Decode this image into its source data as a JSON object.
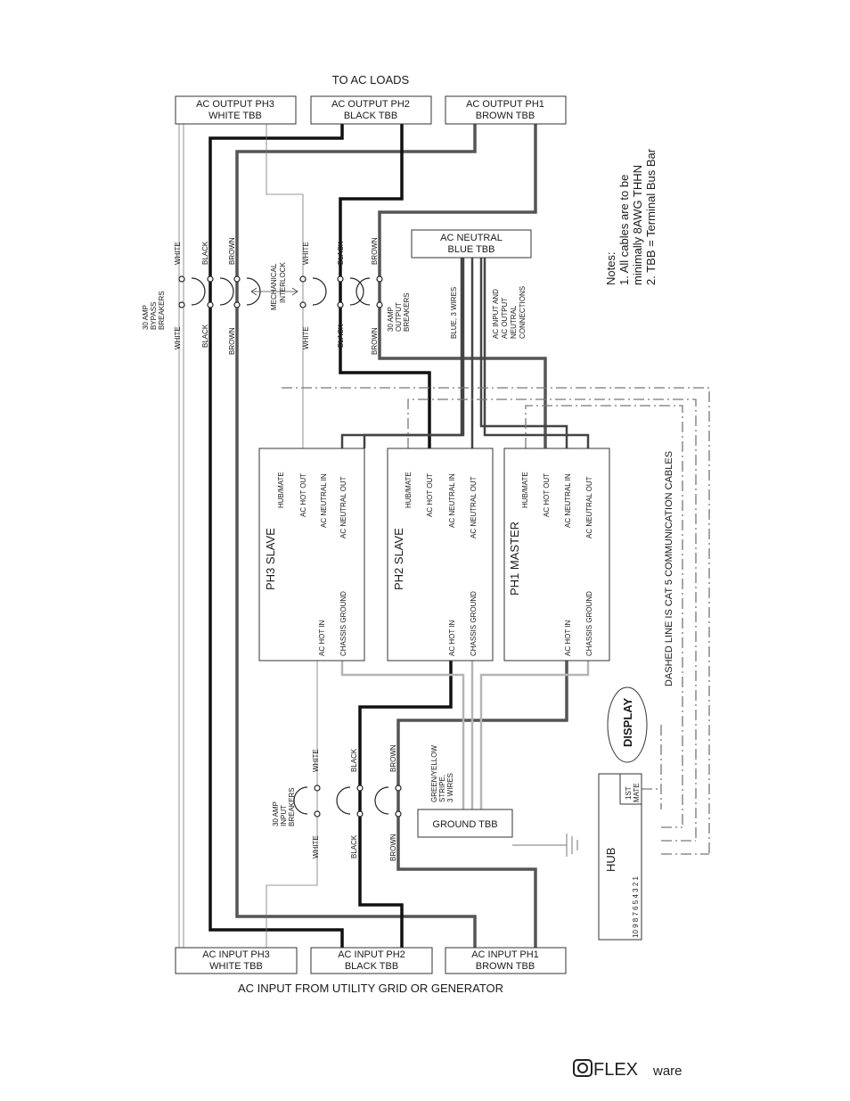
{
  "header": {
    "to_loads": "TO AC LOADS",
    "from_grid": "AC INPUT FROM UTILITY GRID OR GENERATOR"
  },
  "output_tbbs": [
    {
      "line1": "AC OUTPUT PH3",
      "line2": "WHITE TBB"
    },
    {
      "line1": "AC OUTPUT PH2",
      "line2": "BLACK TBB"
    },
    {
      "line1": "AC OUTPUT PH1",
      "line2": "BROWN TBB"
    }
  ],
  "input_tbbs": [
    {
      "line1": "AC INPUT PH3",
      "line2": "WHITE TBB"
    },
    {
      "line1": "AC INPUT PH2",
      "line2": "BLACK TBB"
    },
    {
      "line1": "AC INPUT PH1",
      "line2": "BROWN TBB"
    }
  ],
  "neutral_tbb": {
    "line1": "AC NEUTRAL",
    "line2": "BLUE TBB"
  },
  "ground_tbb": "GROUND TBB",
  "wire_labels": {
    "white": "WHITE",
    "black": "BLACK",
    "brown": "BROWN"
  },
  "bypass_breakers": [
    "30 AMP",
    "BYPASS",
    "BREAKERS"
  ],
  "output_breakers": [
    "30 AMP",
    "OUTPUT",
    "BREAKERS"
  ],
  "input_breakers": [
    "30 AMP",
    "INPUT",
    "BREAKERS"
  ],
  "interlock": [
    "MECHANICAL",
    "INTERLOCK"
  ],
  "blue_wires": "BLUE, 3 WIRES",
  "neutral_conn": [
    "AC INPUT AND",
    "AC OUTPUT",
    "NEUTRAL",
    "CONNECTIONS"
  ],
  "gnd_wires": [
    "GREEN/YELLOW",
    "STRIPE,",
    "3 WIRES"
  ],
  "inverters": [
    {
      "title": "PH3 SLAVE",
      "hub": "HUB/MATE",
      "hot_out": "AC HOT OUT",
      "neutral_in": "AC NEUTRAL IN",
      "neutral_out": "AC NEUTRAL OUT",
      "hot_in": "AC HOT IN",
      "chassis": "CHASSIS GROUND"
    },
    {
      "title": "PH2 SLAVE",
      "hub": "HUB/MATE",
      "hot_out": "AC HOT OUT",
      "neutral_in": "AC NEUTRAL IN",
      "neutral_out": "AC NEUTRAL OUT",
      "hot_in": "AC HOT IN",
      "chassis": "CHASSIS GROUND"
    },
    {
      "title": "PH1 MASTER",
      "hub": "HUB/MATE",
      "hot_out": "AC HOT OUT",
      "neutral_in": "AC NEUTRAL IN",
      "neutral_out": "AC NEUTRAL OUT",
      "hot_in": "AC HOT IN",
      "chassis": "CHASSIS GROUND"
    }
  ],
  "notes": {
    "title": "Notes:",
    "line1": "1. All cables are to be",
    "line2": "minimally 8AWG THHN",
    "line3": "2. TBB = Terminal Bus Bar"
  },
  "dashed_note": "DASHED LINE IS CAT 5 COMMUNICATION CABLES",
  "display": "DISPLAY",
  "hub": {
    "label": "HUB",
    "ports": "10 9 8 7 6 5 4 3 2 1",
    "mate1": "1ST",
    "mate2": "MATE"
  },
  "logo": {
    "flex": "FLEX",
    "ware": "ware"
  }
}
